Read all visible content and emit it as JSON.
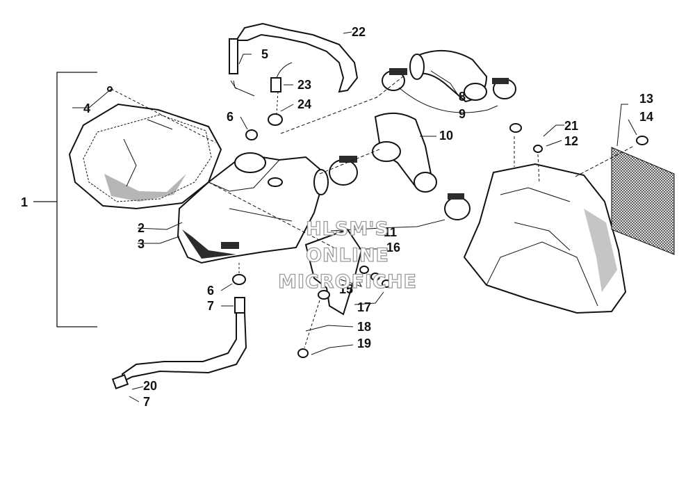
{
  "diagram": {
    "watermark": [
      "HLSM'S",
      "ONLINE",
      "MICROFICHE"
    ],
    "labels": [
      "1",
      "2",
      "3",
      "4",
      "5",
      "6",
      "6",
      "7",
      "7",
      "8",
      "9",
      "10",
      "11",
      "12",
      "13",
      "14",
      "15",
      "16",
      "17",
      "18",
      "19",
      "20",
      "21",
      "22",
      "23",
      "24"
    ]
  }
}
